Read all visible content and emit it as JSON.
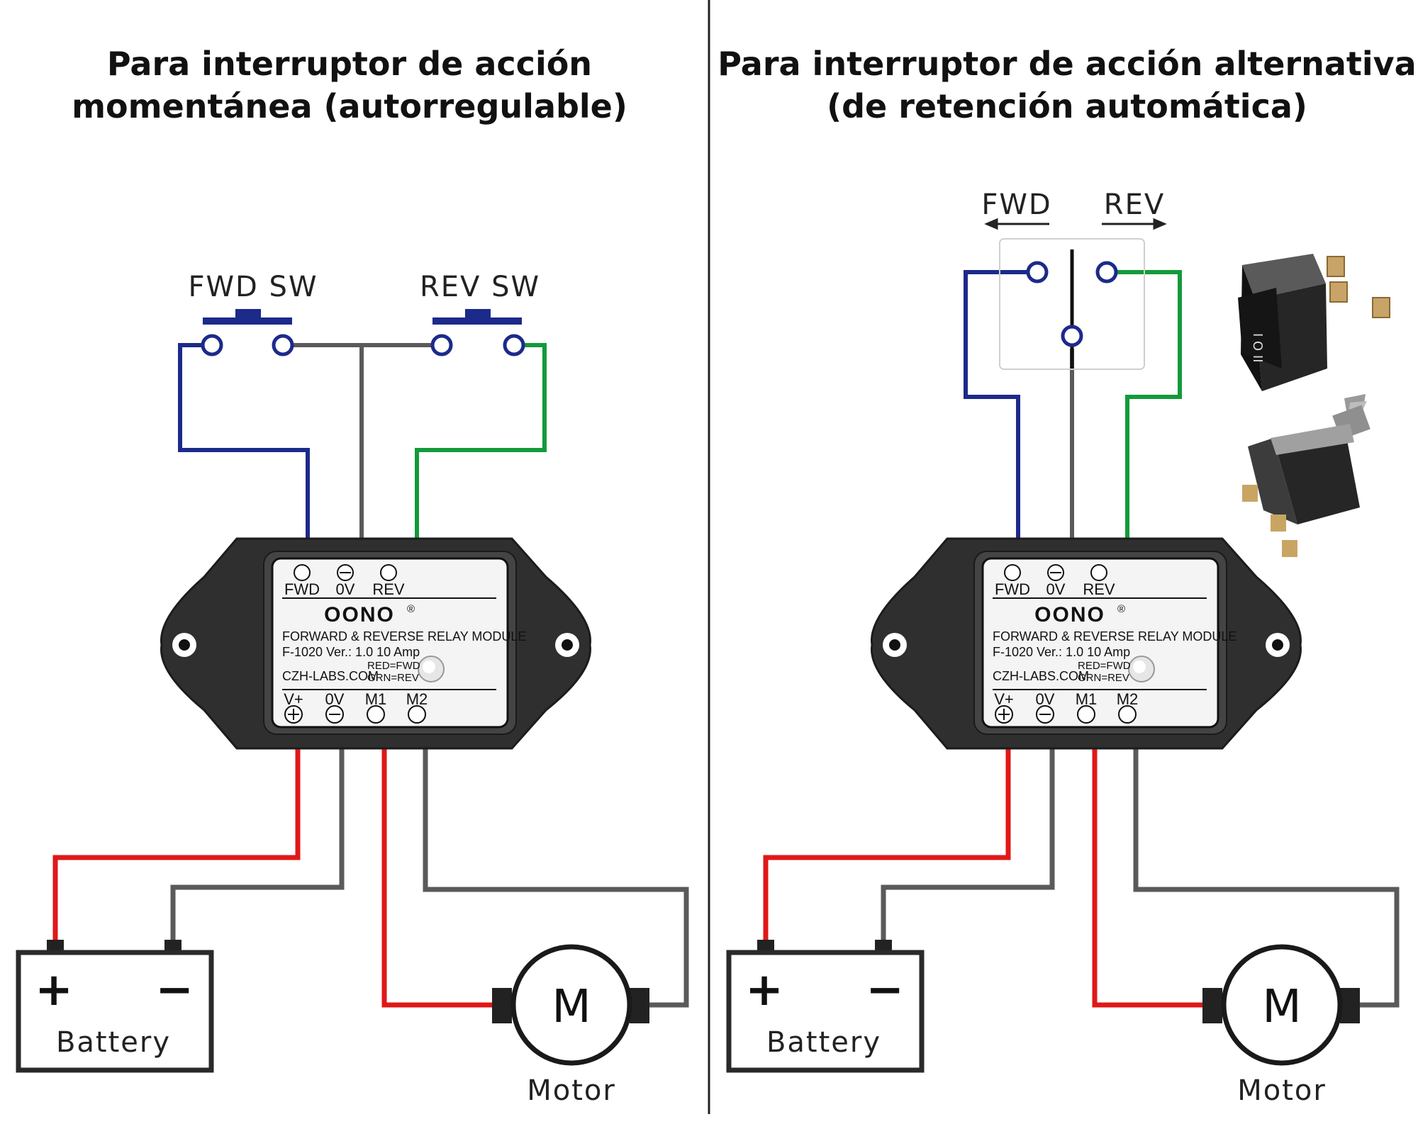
{
  "colors": {
    "fwd_wire": "#1c2a8a",
    "rev_wire": "#139a3a",
    "gnd_wire": "#5a5a5a",
    "pos_wire": "#e01818",
    "button": "#1c2a8a",
    "module_body": "#2f2f2f"
  },
  "left_panel": {
    "title_line1": "Para interruptor de acción",
    "title_line2": "momentánea (autorregulable)",
    "fwd_sw_label": "FWD SW",
    "rev_sw_label": "REV SW",
    "battery_label": "Battery",
    "battery_plus": "+",
    "battery_minus": "−",
    "motor_symbol": "M",
    "motor_label": "Motor"
  },
  "right_panel": {
    "title_line1": "Para interruptor de acción alternativa",
    "title_line2": "(de retención automática)",
    "fwd_label": "FWD",
    "rev_label": "REV",
    "battery_label": "Battery",
    "battery_plus": "+",
    "battery_minus": "−",
    "motor_symbol": "M",
    "motor_label": "Motor",
    "rocker_switch_icon": "rocker-switch-photo",
    "rocker_marks": "I O II",
    "toggle_switch_icon": "toggle-switch-photo"
  },
  "module": {
    "term_fwd": "FWD",
    "term_0v_top": "0V",
    "term_rev": "REV",
    "brand": "OONO",
    "registered": "®",
    "line1": "FORWARD & REVERSE RELAY MODULE",
    "line2": "F-1020 Ver.: 1.0   10 Amp",
    "website": "CZH-LABS.COM",
    "led_red": "RED=FWD",
    "led_grn": "GRN=REV",
    "term_vplus": "V+",
    "term_0v_bottom": "0V",
    "term_m1": "M1",
    "term_m2": "M2"
  }
}
